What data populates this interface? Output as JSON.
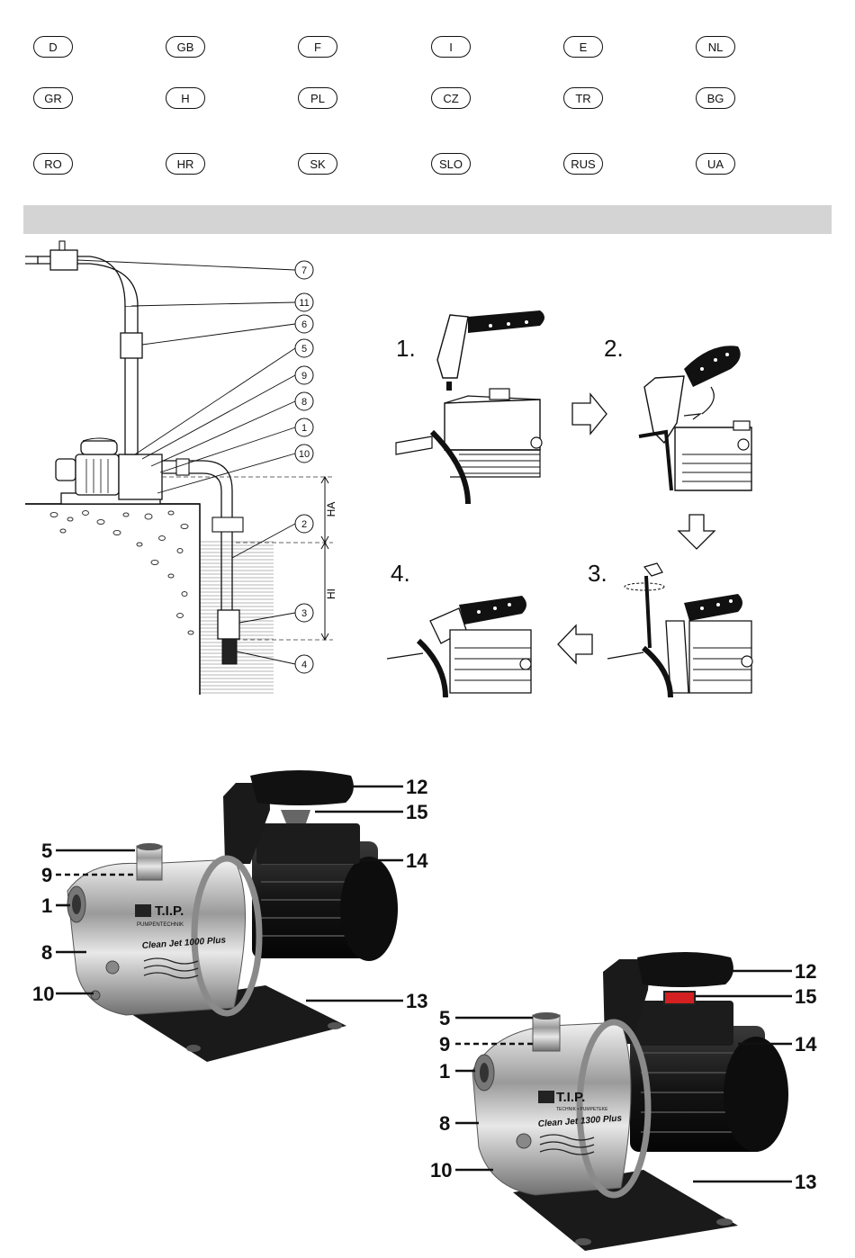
{
  "languages": [
    [
      "D",
      "GB",
      "F",
      "I",
      "E",
      "NL"
    ],
    [
      "GR",
      "H",
      "PL",
      "CZ",
      "TR",
      "BG"
    ],
    [
      "RO",
      "HR",
      "SK",
      "SLO",
      "RUS",
      "UA"
    ]
  ],
  "installation_diagram": {
    "callouts": [
      "7",
      "11",
      "6",
      "5",
      "9",
      "8",
      "1",
      "10",
      "2",
      "3",
      "4"
    ],
    "height_labels": {
      "suction_above": "HA",
      "suction_in": "HI"
    }
  },
  "assembly_steps": {
    "step1": "1.",
    "step2": "2.",
    "step3": "3.",
    "step4": "4."
  },
  "pump_left": {
    "brand": "T.I.P.",
    "brand_sub": "PUMPENTECHNIK",
    "model": "Clean Jet 1000 Plus",
    "callouts_left": [
      "5",
      "9",
      "1",
      "8",
      "10"
    ],
    "callouts_right": [
      "12",
      "15",
      "14",
      "13"
    ]
  },
  "pump_right": {
    "brand": "T.I.P.",
    "brand_sub": "TECHNIK • PUMPETEKE",
    "model": "Clean Jet 1300 Plus",
    "callouts_left": [
      "5",
      "9",
      "1",
      "8",
      "10"
    ],
    "callouts_right": [
      "12",
      "15",
      "14",
      "13"
    ]
  },
  "colors": {
    "grey_bar": "#d4d4d4",
    "ink": "#111111",
    "handle_red": "#d42020"
  }
}
